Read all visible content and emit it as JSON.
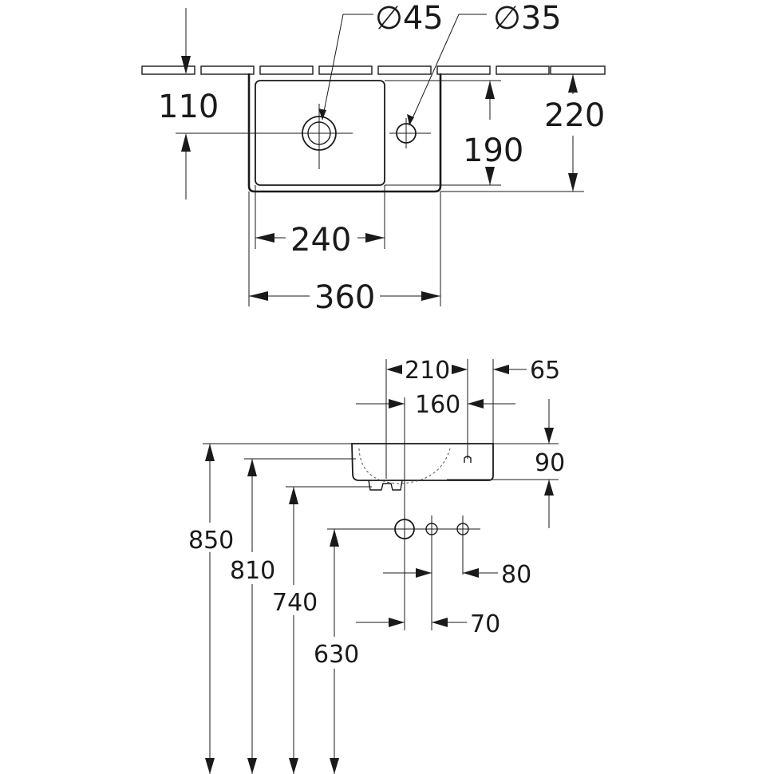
{
  "top_view": {
    "drain_hole_diameter": "∅45",
    "tap_hole_diameter": "∅35",
    "dim_110": "110",
    "dim_220": "220",
    "dim_190": "190",
    "dim_240": "240",
    "dim_360": "360"
  },
  "side_view": {
    "dim_210": "210",
    "dim_65": "65",
    "dim_160": "160",
    "dim_90": "90",
    "dim_850": "850",
    "dim_810": "810",
    "dim_740": "740",
    "dim_630": "630",
    "dim_80": "80",
    "dim_70": "70"
  }
}
